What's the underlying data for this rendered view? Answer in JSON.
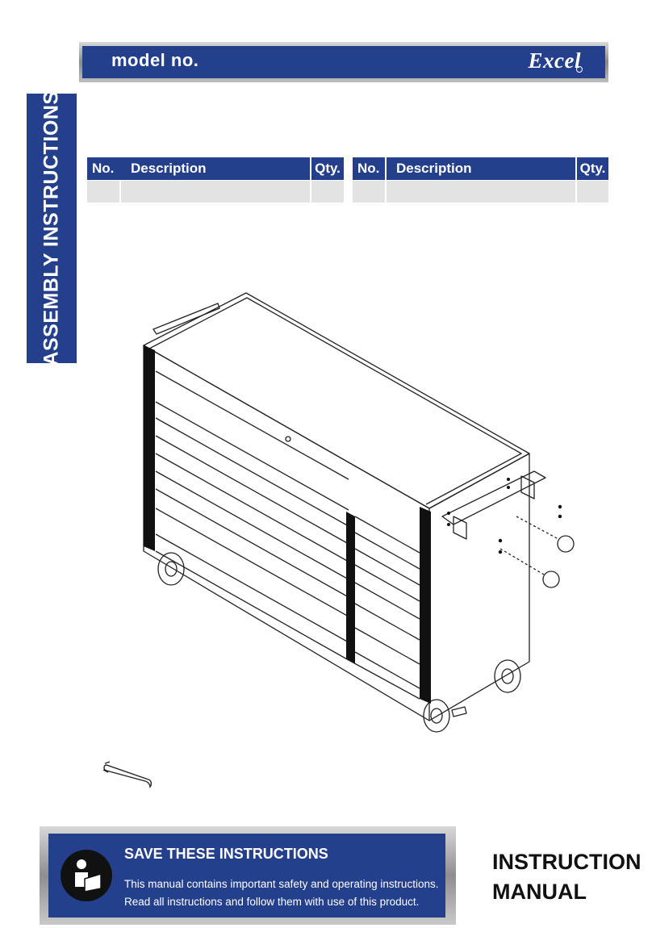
{
  "header": {
    "model_label": "model no.",
    "brand": "Excel"
  },
  "side_tab": {
    "label": "ASSEMBLY INSTRUCTIONS"
  },
  "parts_tables": [
    {
      "col_no": "No.",
      "col_desc": "Description",
      "col_qty": "Qty."
    },
    {
      "col_no": "No.",
      "col_desc": "Description",
      "col_qty": "Qty."
    }
  ],
  "callouts": [
    "",
    ""
  ],
  "footer": {
    "save_title": "SAVE THESE INSTRUCTIONS",
    "line1": "This manual contains important safety and operating instructions.",
    "line2": "Read all instructions and follow them with use of this product.",
    "manual_title_1": "INSTRUCTION",
    "manual_title_2": "MANUAL"
  },
  "colors": {
    "brand_blue": "#243f8c",
    "table_cell": "#e3e3e3",
    "black_trim": "#111111"
  },
  "icons": [
    "read-manual-icon",
    "wrench-icon",
    "tool-chest-illustration"
  ]
}
